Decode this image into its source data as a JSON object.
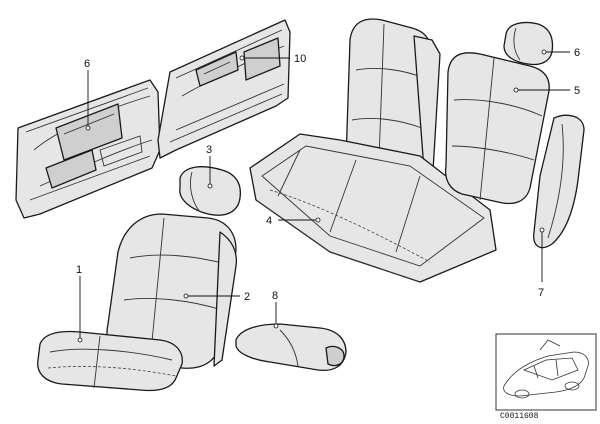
{
  "callouts": {
    "c1": "1",
    "c2": "2",
    "c3": "3",
    "c4": "4",
    "c5": "5",
    "c6_door": "6",
    "c6_head": "6",
    "c7": "7",
    "c8": "8",
    "c10": "10"
  },
  "thumbnail": {
    "code": "C0011608"
  }
}
